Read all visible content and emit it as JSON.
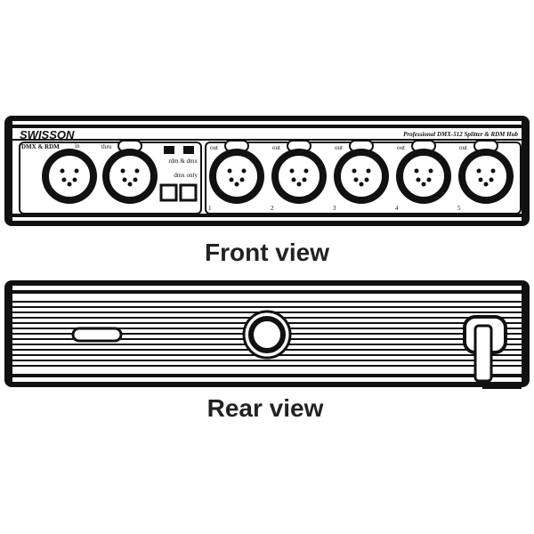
{
  "front": {
    "caption": "Front view",
    "brand": "SWISSON",
    "model": "Professional DMX-512 Splitter & RDM Hub",
    "dmx_rdm_label": "DMX & RDM",
    "in_label": "in",
    "thru_label": "thru",
    "mode_labels": [
      "rdm & dmx",
      "dmx only"
    ],
    "outputs": [
      {
        "label": "out",
        "number": "1"
      },
      {
        "label": "out",
        "number": "2"
      },
      {
        "label": "out",
        "number": "3"
      },
      {
        "label": "out",
        "number": "4"
      },
      {
        "label": "out",
        "number": "5"
      }
    ]
  },
  "rear": {
    "caption": "Rear view"
  }
}
